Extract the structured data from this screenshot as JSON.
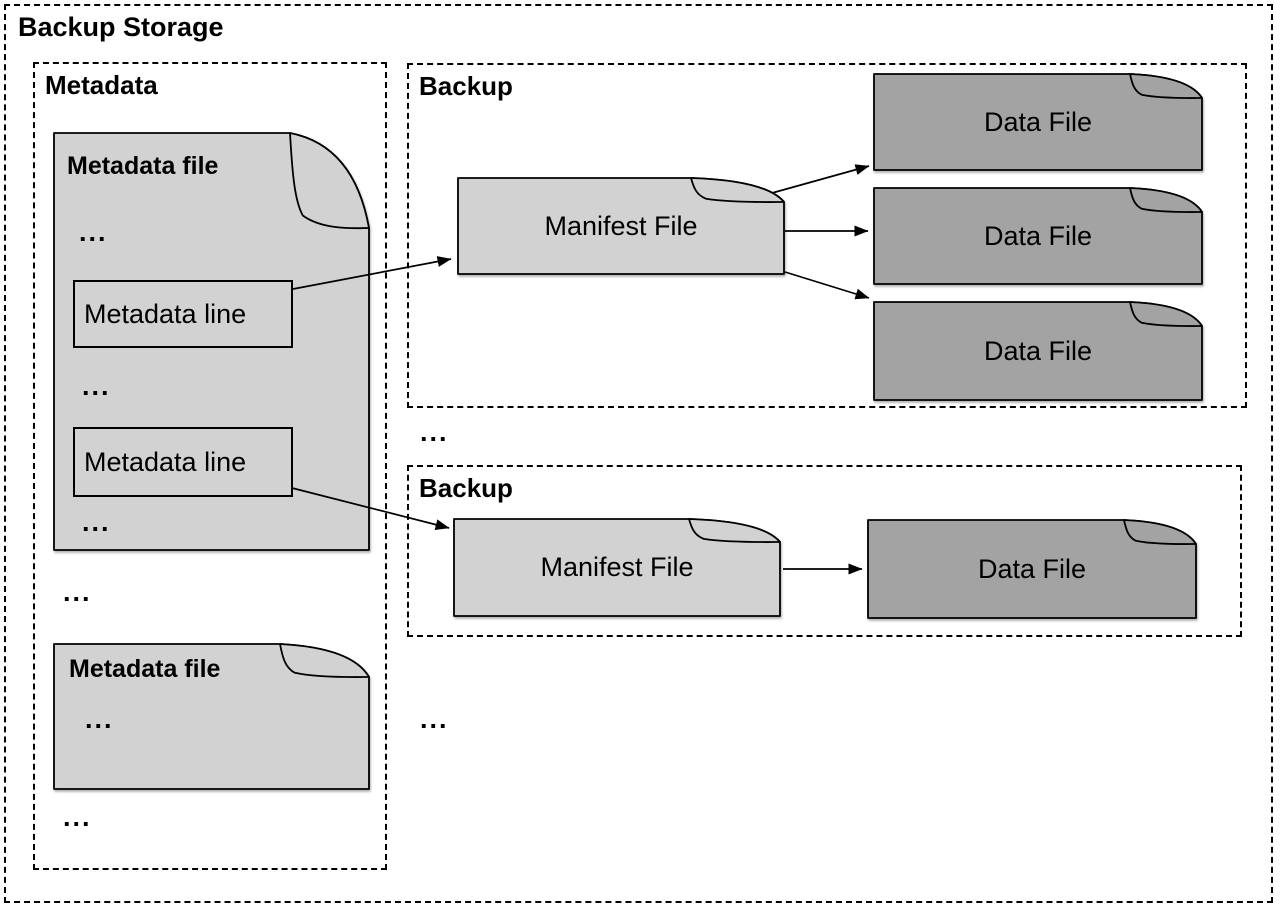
{
  "colors": {
    "light_file": "#d2d2d2",
    "dark_file": "#a3a3a3",
    "line": "#000000"
  },
  "title": "Backup Storage",
  "ellipsis": "...",
  "metadata": {
    "label": "Metadata",
    "file1": {
      "title": "Metadata file",
      "line1": "Metadata line",
      "line2": "Metadata line"
    },
    "file2": {
      "title": "Metadata file"
    }
  },
  "backup1": {
    "label": "Backup",
    "manifest": "Manifest File",
    "data_files": [
      "Data File",
      "Data File",
      "Data File"
    ]
  },
  "backup2": {
    "label": "Backup",
    "manifest": "Manifest File",
    "data_files": [
      "Data File"
    ]
  }
}
